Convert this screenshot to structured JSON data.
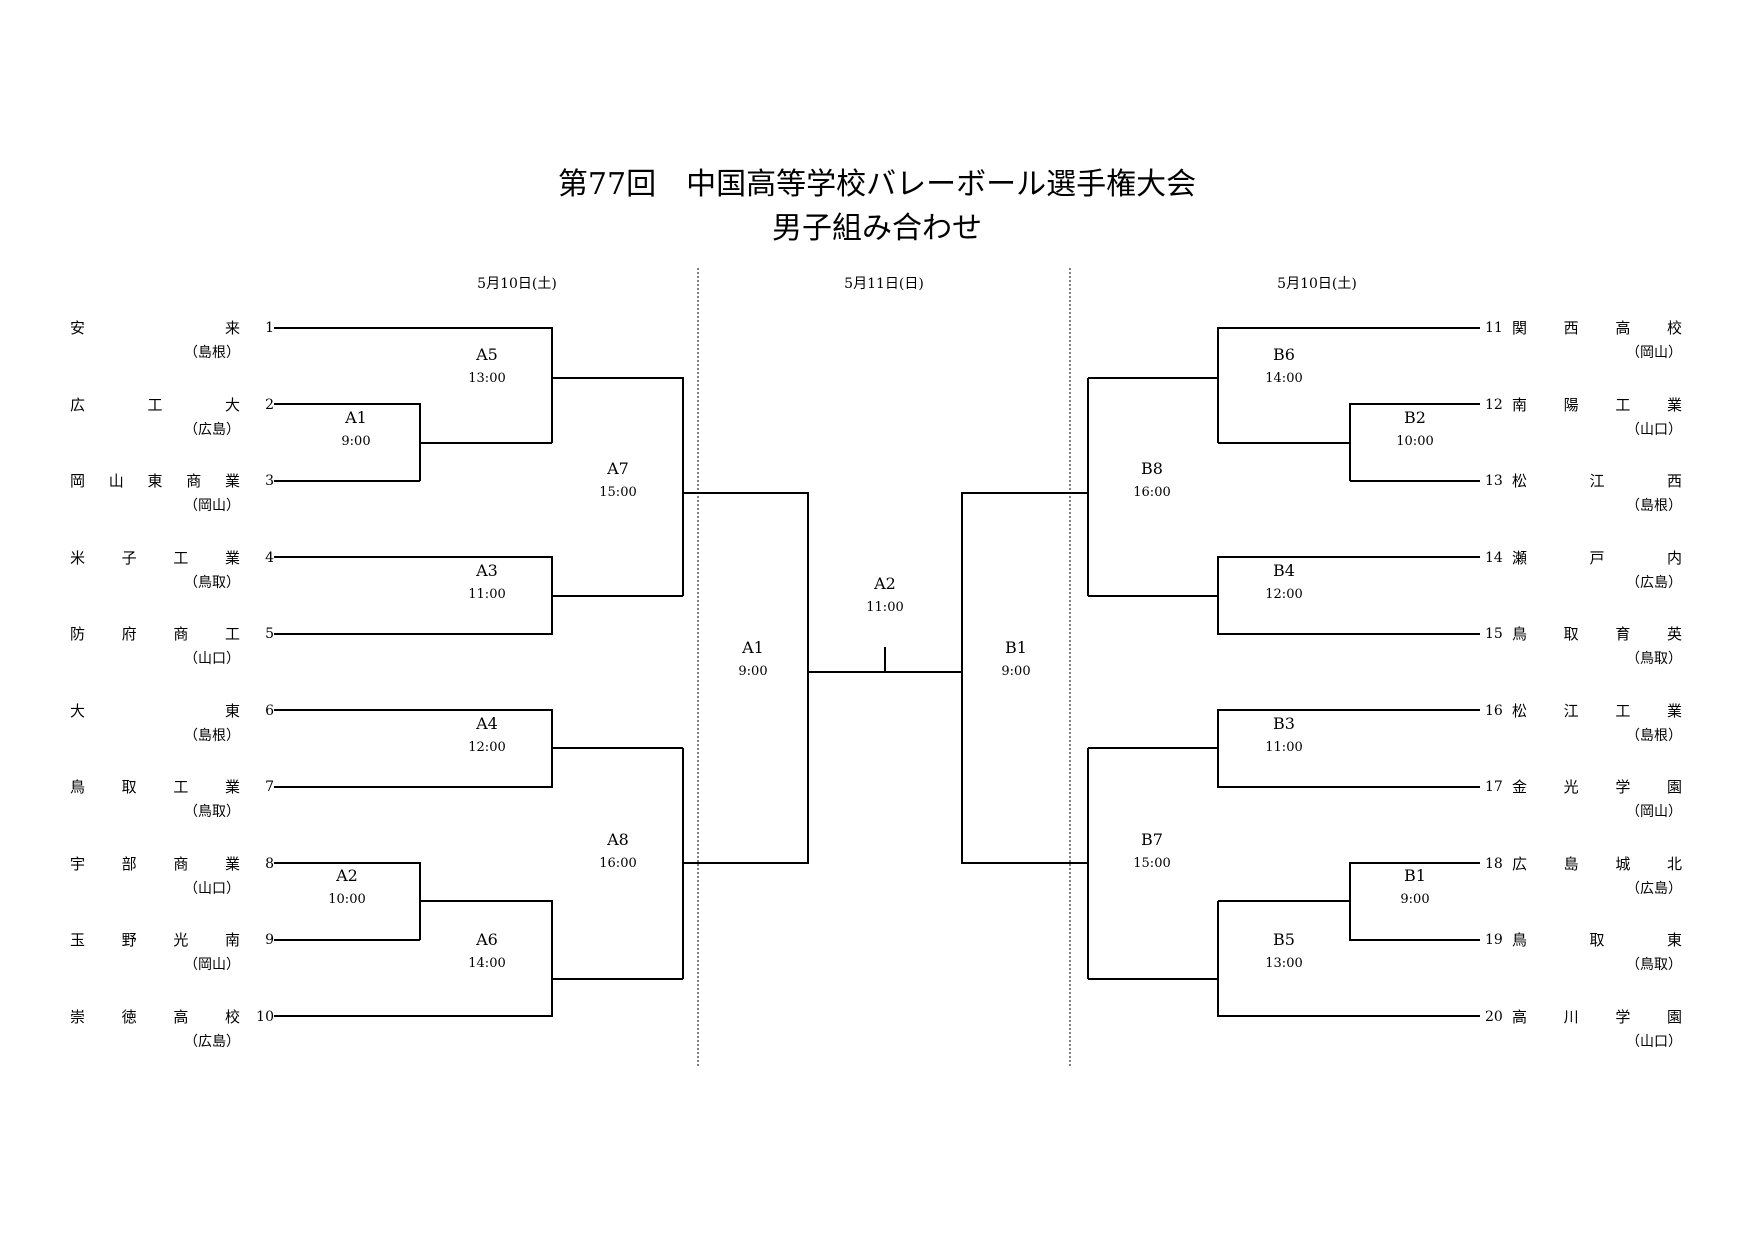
{
  "title": {
    "line1": "第77回　中国高等学校バレーボール選手権大会",
    "line2": "男子組み合わせ"
  },
  "dates": {
    "left": "5月10日(土)",
    "center": "5月11日(日)",
    "right": "5月10日(土)"
  },
  "left_teams": [
    {
      "number": "1",
      "name": [
        "安",
        "来"
      ],
      "pref": "（島根）"
    },
    {
      "number": "2",
      "name": [
        "広",
        "工",
        "大"
      ],
      "pref": "（広島）"
    },
    {
      "number": "3",
      "name": [
        "岡",
        "山",
        "東",
        "商",
        "業"
      ],
      "pref": "（岡山）"
    },
    {
      "number": "4",
      "name": [
        "米",
        "子",
        "工",
        "業"
      ],
      "pref": "（鳥取）"
    },
    {
      "number": "5",
      "name": [
        "防",
        "府",
        "商",
        "工"
      ],
      "pref": "（山口）"
    },
    {
      "number": "6",
      "name": [
        "大",
        "東"
      ],
      "pref": "（島根）"
    },
    {
      "number": "7",
      "name": [
        "鳥",
        "取",
        "工",
        "業"
      ],
      "pref": "（鳥取）"
    },
    {
      "number": "8",
      "name": [
        "宇",
        "部",
        "商",
        "業"
      ],
      "pref": "（山口）"
    },
    {
      "number": "9",
      "name": [
        "玉",
        "野",
        "光",
        "南"
      ],
      "pref": "（岡山）"
    },
    {
      "number": "10",
      "name": [
        "崇",
        "徳",
        "高",
        "校"
      ],
      "pref": "（広島）"
    }
  ],
  "right_teams": [
    {
      "number": "11",
      "name": [
        "関",
        "西",
        "高",
        "校"
      ],
      "pref": "（岡山）"
    },
    {
      "number": "12",
      "name": [
        "南",
        "陽",
        "工",
        "業"
      ],
      "pref": "（山口）"
    },
    {
      "number": "13",
      "name": [
        "松",
        "江",
        "西"
      ],
      "pref": "（島根）"
    },
    {
      "number": "14",
      "name": [
        "瀬",
        "戸",
        "内"
      ],
      "pref": "（広島）"
    },
    {
      "number": "15",
      "name": [
        "鳥",
        "取",
        "育",
        "英"
      ],
      "pref": "（鳥取）"
    },
    {
      "number": "16",
      "name": [
        "松",
        "江",
        "工",
        "業"
      ],
      "pref": "（島根）"
    },
    {
      "number": "17",
      "name": [
        "金",
        "光",
        "学",
        "園"
      ],
      "pref": "（岡山）"
    },
    {
      "number": "18",
      "name": [
        "広",
        "島",
        "城",
        "北"
      ],
      "pref": "（広島）"
    },
    {
      "number": "19",
      "name": [
        "鳥",
        "取",
        "東"
      ],
      "pref": "（鳥取）"
    },
    {
      "number": "20",
      "name": [
        "高",
        "川",
        "学",
        "園"
      ],
      "pref": "（山口）"
    }
  ],
  "matches": {
    "left_a1": {
      "label": "A1",
      "time": "9:00"
    },
    "left_a2": {
      "label": "A2",
      "time": "10:00"
    },
    "left_a3": {
      "label": "A3",
      "time": "11:00"
    },
    "left_a4": {
      "label": "A4",
      "time": "12:00"
    },
    "left_a5": {
      "label": "A5",
      "time": "13:00"
    },
    "left_a6": {
      "label": "A6",
      "time": "14:00"
    },
    "left_a7": {
      "label": "A7",
      "time": "15:00"
    },
    "left_a8": {
      "label": "A8",
      "time": "16:00"
    },
    "right_b1": {
      "label": "B1",
      "time": "9:00"
    },
    "right_b2": {
      "label": "B2",
      "time": "10:00"
    },
    "right_b3": {
      "label": "B3",
      "time": "11:00"
    },
    "right_b4": {
      "label": "B4",
      "time": "12:00"
    },
    "right_b5": {
      "label": "B5",
      "time": "13:00"
    },
    "right_b6": {
      "label": "B6",
      "time": "14:00"
    },
    "right_b7": {
      "label": "B7",
      "time": "15:00"
    },
    "right_b8": {
      "label": "B8",
      "time": "16:00"
    },
    "day2_a1": {
      "label": "A1",
      "time": "9:00"
    },
    "day2_a2": {
      "label": "A2",
      "time": "11:00"
    },
    "day2_b1": {
      "label": "B1",
      "time": "9:00"
    }
  }
}
